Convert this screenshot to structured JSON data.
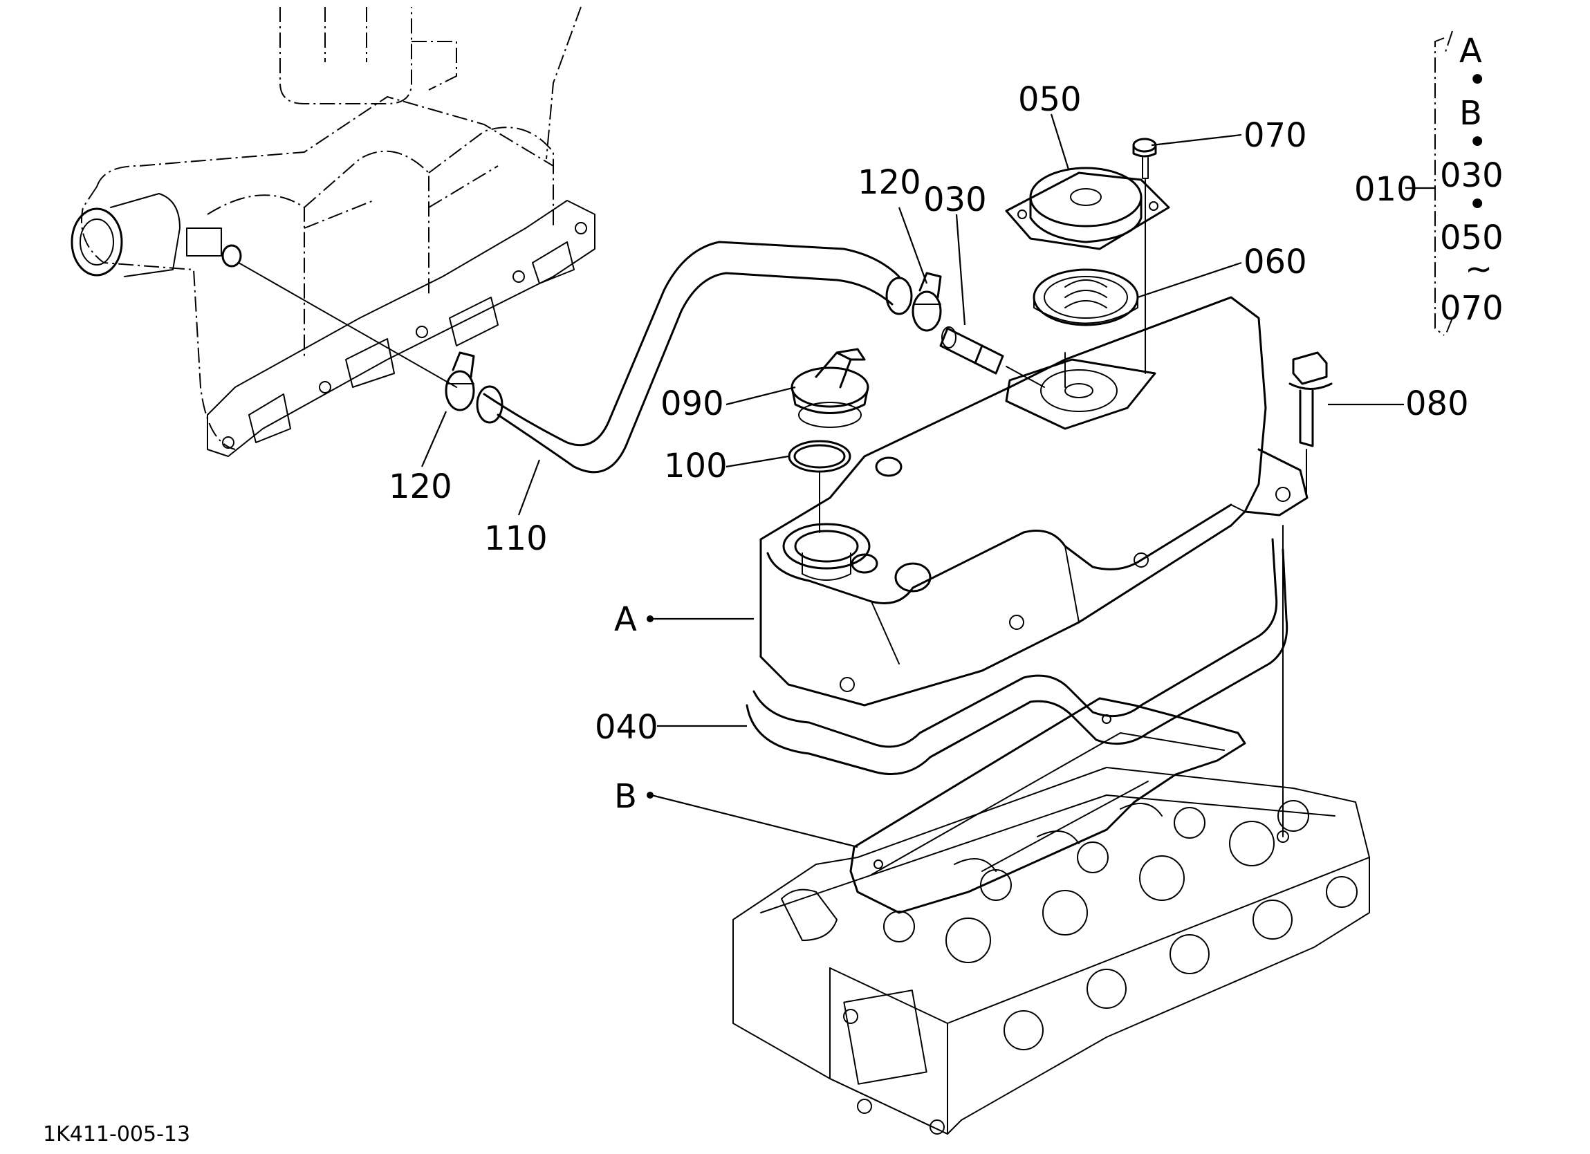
{
  "drawing_number": "1K411-005-13",
  "callouts": {
    "c050": "050",
    "c070": "070",
    "c120_top": "120",
    "c030": "030",
    "c060": "060",
    "c090": "090",
    "c100": "100",
    "c080": "080",
    "c120_bottom": "120",
    "c110": "110",
    "cA": "A",
    "c040": "040",
    "cB": "B"
  },
  "kit": {
    "label": "010",
    "items": [
      "A",
      "B",
      "030",
      "050",
      "070"
    ],
    "separators": [
      "•",
      "•",
      "•"
    ],
    "range_symbol": "~"
  }
}
